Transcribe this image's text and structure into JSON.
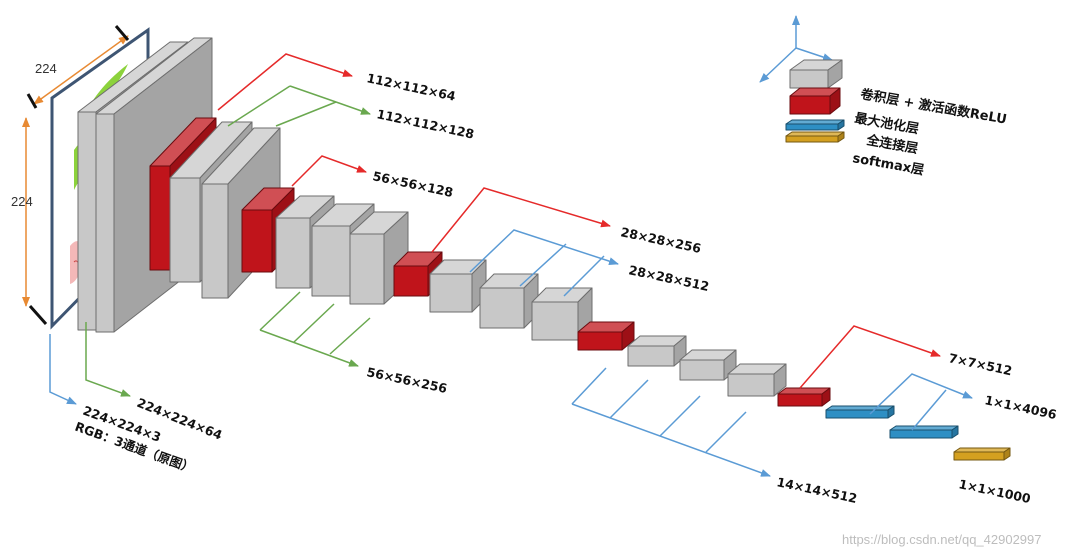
{
  "diagram": {
    "input_size_top": "224",
    "input_size_side": "224",
    "labels": {
      "l_112x64": "112×112×64",
      "l_112x128": "112×112×128",
      "l_56x128": "56×56×128",
      "l_56x256": "56×56×256",
      "l_28x256": "28×28×256",
      "l_28x512": "28×28×512",
      "l_7x512": "7×7×512",
      "l_1x4096": "1×1×4096",
      "l_14x512": "14×14×512",
      "l_1x1000": "1×1×1000",
      "l_224x64": "224×224×64",
      "l_input_dims": "224×224×3",
      "l_input_desc": "RGB：3通道（原图）"
    },
    "legend": {
      "conv_relu": "卷积层 + 激活函数ReLU",
      "maxpool": "最大池化层",
      "fc": "全连接层",
      "softmax": "softmax层"
    },
    "colors": {
      "conv": "#c8c8c8",
      "pool": "#c0141b",
      "fc": "#2e8fc4",
      "softmax": "#d4a020",
      "arrow_red": "#e52a2a",
      "arrow_green": "#6aa84f",
      "arrow_blue": "#5b9bd5",
      "arrow_orange": "#e88a33"
    },
    "watermark": "https://blog.csdn.net/qq_42902997"
  }
}
